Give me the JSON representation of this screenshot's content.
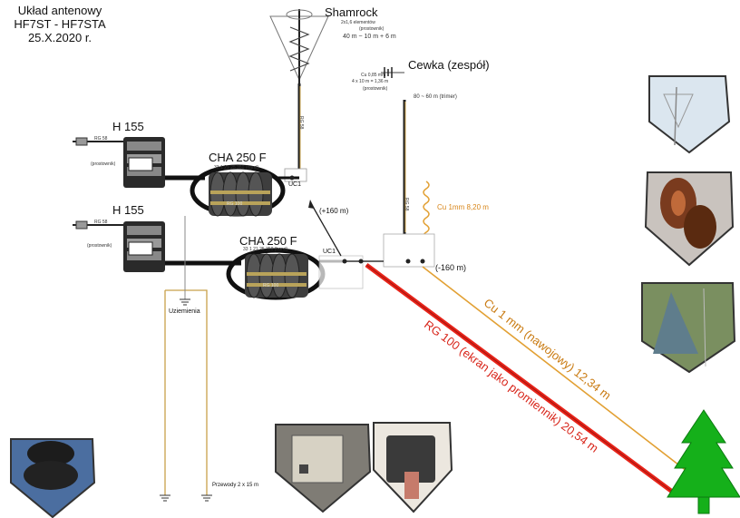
{
  "title": {
    "line1": "Układ antenowy",
    "line2": "HF7ST - HF7STA",
    "line3": "25.X.2020 r."
  },
  "shamrock": {
    "name": "Shamrock",
    "note1": "2x1,6 elementów",
    "note2": "(prostownik)",
    "dims": "40 m ~ 10 m + 6 m",
    "feed_label": "RG 58"
  },
  "coil": {
    "name": "Cewka (zespół)",
    "note1": "Cu 0,85 mm",
    "note2": "4 x 10 m = 1,36 m",
    "note3": "(prostownik)",
    "band": "80 ~ 60 m (trimer)",
    "feed_label": "RG 58"
  },
  "coil_wire": "Cu 1mm  8,20 m",
  "radio1": {
    "name": "H 155",
    "port": "RG 58",
    "note": "(prostownik)"
  },
  "radio2": {
    "name": "H 155",
    "port": "RG 58",
    "note": "(prostownik)"
  },
  "cha1": {
    "name": "CHA 250 F",
    "note": "33 1 21 25 350 (hand)",
    "coax": "RG 100"
  },
  "cha2": {
    "name": "CHA 250 F",
    "note": "33 1 21 25 350 (hand)",
    "coax": "RG 100"
  },
  "uc1a": "UC1",
  "uc1b": "UC1",
  "arrow_label": "(+160 m)",
  "minus_label": "(-160 m)",
  "ground_label": "Uziemienia",
  "ground_wire": "Przewody 2 x 15 m",
  "radiator_red": "RG 100 (ekran jako promiennik) 20,54 m",
  "radiator_orange": "Cu 1 mm (nawojowy) 12,34 m",
  "colors": {
    "coax_red": "#e8241a",
    "wire_orange": "#e2a033",
    "tree_green": "#15b01a",
    "core_dark": "#3e3e3e"
  }
}
